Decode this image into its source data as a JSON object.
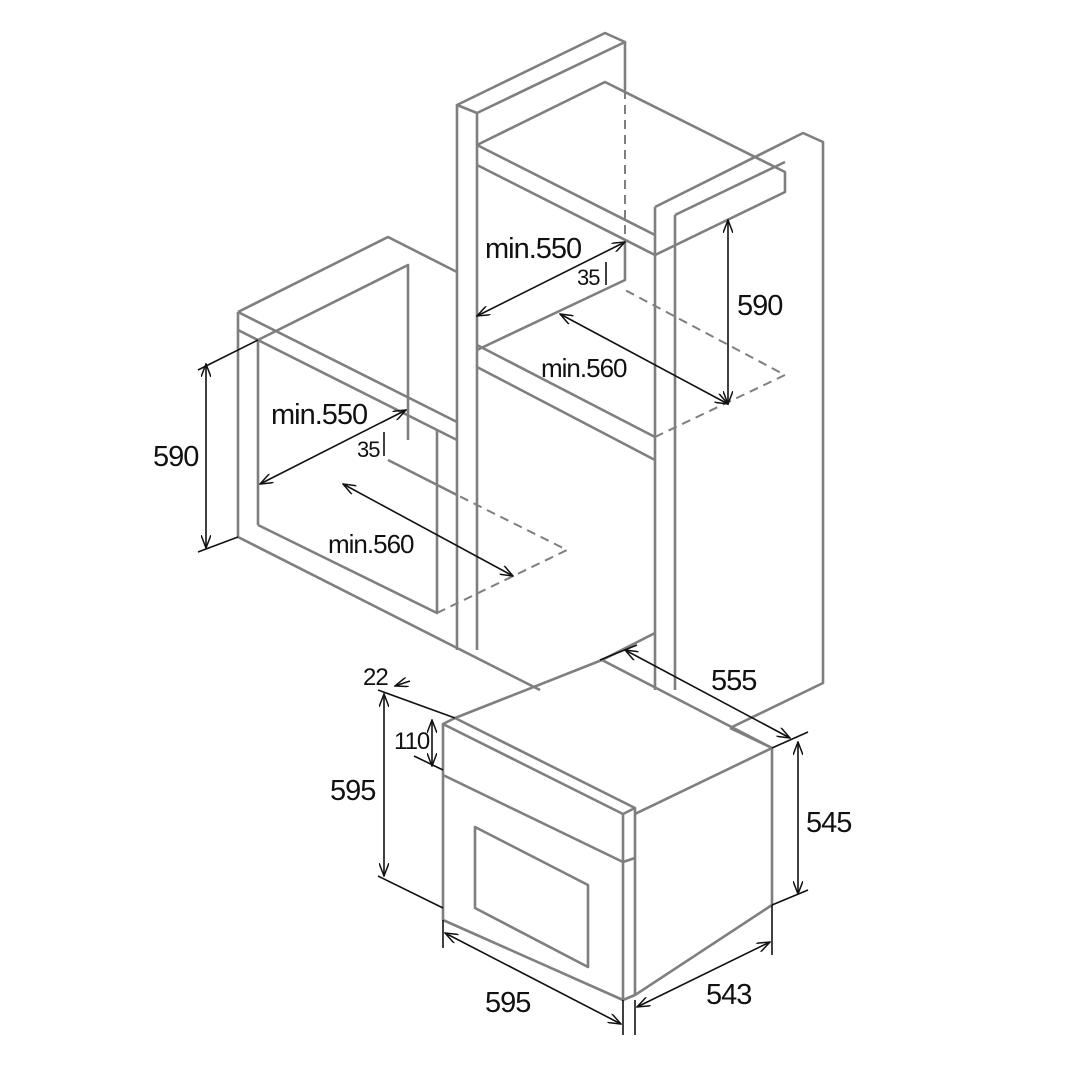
{
  "labels": {
    "tall_min_550": "min.550",
    "tall_35": "35",
    "tall_590": "590",
    "tall_min_560": "min.560",
    "left_min_550": "min.550",
    "left_35": "35",
    "left_590": "590",
    "left_min_560": "min.560",
    "oven_22": "22",
    "oven_110": "110",
    "oven_height_595": "595",
    "oven_width_595": "595",
    "oven_depth_555": "555",
    "oven_body_545": "545",
    "oven_body_543": "543"
  },
  "colors": {
    "outline": "#7f7f7f",
    "dimension": "#111111"
  }
}
